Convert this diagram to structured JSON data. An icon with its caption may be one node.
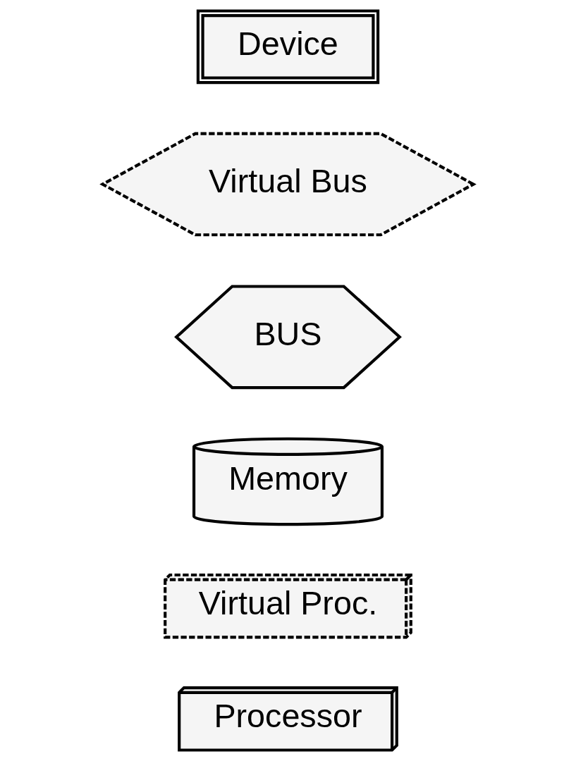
{
  "diagram": {
    "nodes": [
      {
        "text": [
          "Processor"
        ]
      },
      {
        "text": [
          "Virtual Proc."
        ]
      },
      {
        "text": [
          "Memory"
        ]
      },
      {
        "text": [
          "BUS"
        ]
      },
      {
        "text": [
          "Virtual Bus"
        ]
      },
      {
        "text": [
          "Device"
        ]
      }
    ]
  }
}
